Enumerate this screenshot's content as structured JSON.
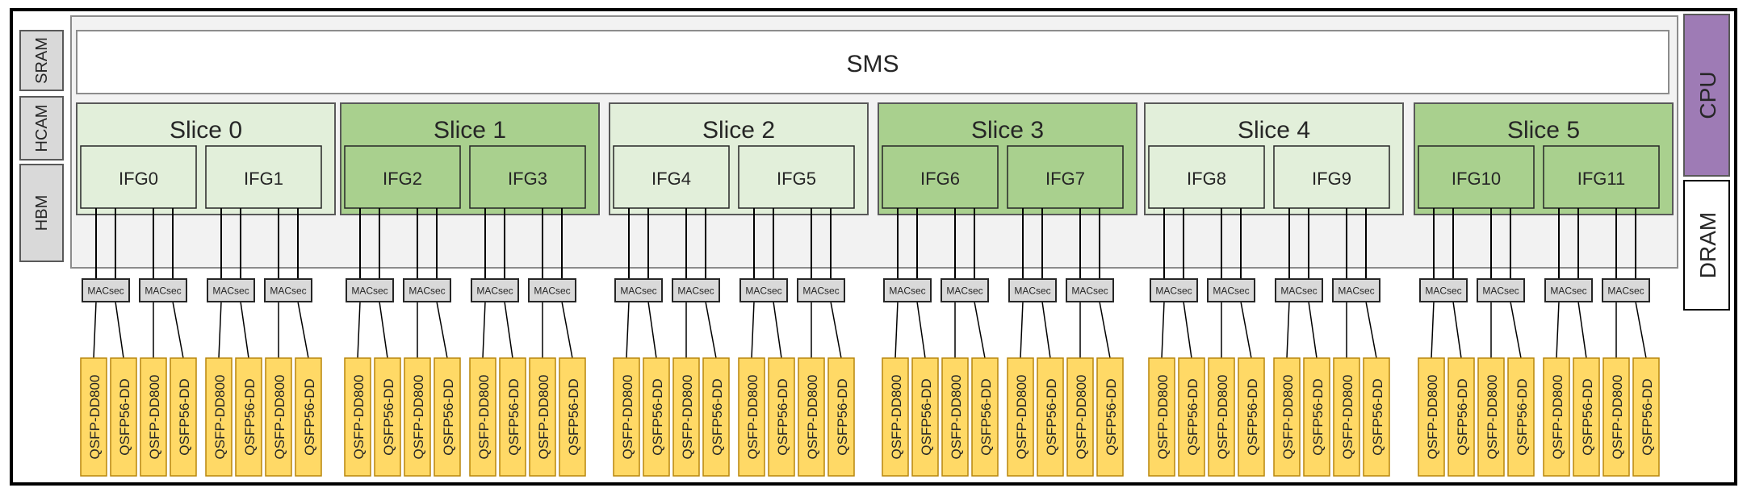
{
  "chip": {
    "sms_label": "SMS",
    "memories": [
      {
        "id": "sram",
        "label": "SRAM"
      },
      {
        "id": "hcam",
        "label": "HCAM"
      },
      {
        "id": "hbm",
        "label": "HBM"
      }
    ],
    "cpu_label": "CPU",
    "dram_label": "DRAM",
    "slices": [
      {
        "label": "Slice 0",
        "style": "light",
        "ifgs": [
          "IFG0",
          "IFG1"
        ]
      },
      {
        "label": "Slice 1",
        "style": "dark",
        "ifgs": [
          "IFG2",
          "IFG3"
        ]
      },
      {
        "label": "Slice 2",
        "style": "light",
        "ifgs": [
          "IFG4",
          "IFG5"
        ]
      },
      {
        "label": "Slice 3",
        "style": "dark",
        "ifgs": [
          "IFG6",
          "IFG7"
        ]
      },
      {
        "label": "Slice 4",
        "style": "light",
        "ifgs": [
          "IFG8",
          "IFG9"
        ]
      },
      {
        "label": "Slice 5",
        "style": "dark",
        "ifgs": [
          "IFG10",
          "IFG11"
        ]
      }
    ],
    "macsec_label": "MACsec",
    "port_labels": [
      "QSFP-DD800",
      "QSFP56-DD",
      "QSFP-DD800",
      "QSFP56-DD"
    ]
  },
  "colors": {
    "frame": "#000000",
    "sms_fill": "#ffffff",
    "outer_fill": "#f2f2f2",
    "slice_light": "#e2efda",
    "slice_dark": "#a9d08e",
    "ifg_light": "#e2efda",
    "ifg_dark": "#a9d08e",
    "memory_fill": "#d9d9d9",
    "cpu_fill": "#9e7bb5",
    "macsec_fill": "#d9d9d9",
    "port_fill": "#ffd966",
    "port_border": "#b8860b"
  }
}
